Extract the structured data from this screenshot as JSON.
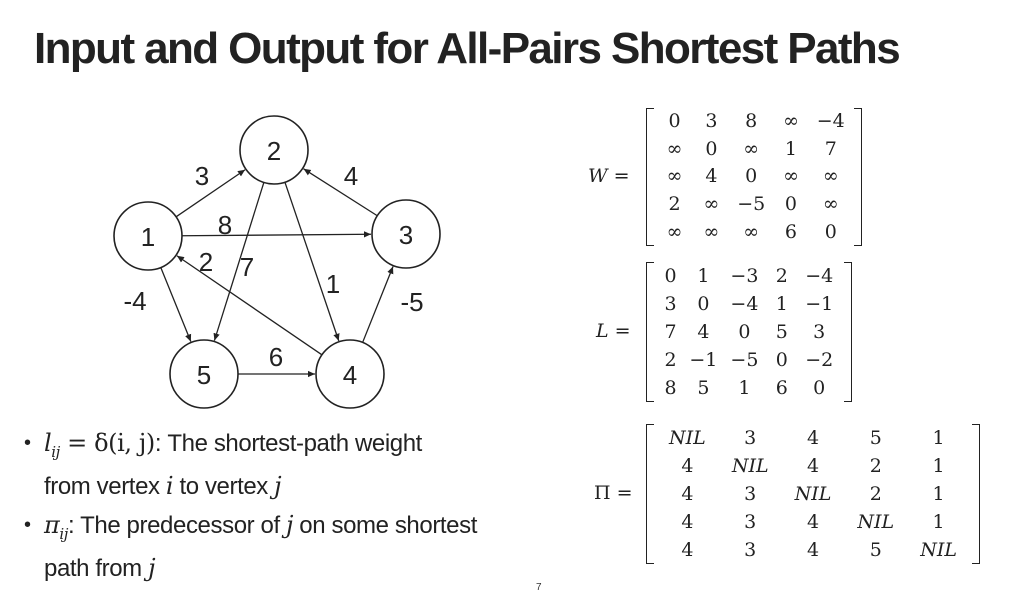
{
  "slide": {
    "title": "Input and Output for All-Pairs Shortest Paths",
    "page_number": "7"
  },
  "graph": {
    "nodes": [
      {
        "id": "1",
        "label": "1"
      },
      {
        "id": "2",
        "label": "2"
      },
      {
        "id": "3",
        "label": "3"
      },
      {
        "id": "4",
        "label": "4"
      },
      {
        "id": "5",
        "label": "5"
      }
    ],
    "edges": [
      {
        "from": "1",
        "to": "2",
        "weight": "3"
      },
      {
        "from": "3",
        "to": "2",
        "weight": "4"
      },
      {
        "from": "1",
        "to": "3",
        "weight": "8"
      },
      {
        "from": "4",
        "to": "1",
        "weight": "2"
      },
      {
        "from": "2",
        "to": "5",
        "weight": "7"
      },
      {
        "from": "2",
        "to": "4",
        "weight": "1"
      },
      {
        "from": "1",
        "to": "5",
        "weight": "-4"
      },
      {
        "from": "4",
        "to": "3",
        "weight": "-5"
      },
      {
        "from": "5",
        "to": "4",
        "weight": "6"
      }
    ]
  },
  "matrices": {
    "W": {
      "symbol": "W",
      "rows": [
        [
          "0",
          "3",
          "8",
          "∞",
          "−4"
        ],
        [
          "∞",
          "0",
          "∞",
          "1",
          "7"
        ],
        [
          "∞",
          "4",
          "0",
          "∞",
          "∞"
        ],
        [
          "2",
          "∞",
          "−5",
          "0",
          "∞"
        ],
        [
          "∞",
          "∞",
          "∞",
          "6",
          "0"
        ]
      ]
    },
    "L": {
      "symbol": "L",
      "rows": [
        [
          "0",
          "1",
          "−3",
          "2",
          "−4"
        ],
        [
          "3",
          "0",
          "−4",
          "1",
          "−1"
        ],
        [
          "7",
          "4",
          "0",
          "5",
          "3"
        ],
        [
          "2",
          "−1",
          "−5",
          "0",
          "−2"
        ],
        [
          "8",
          "5",
          "1",
          "6",
          "0"
        ]
      ]
    },
    "Pi": {
      "symbol": "Π",
      "rows": [
        [
          "NIL",
          "3",
          "4",
          "5",
          "1"
        ],
        [
          "4",
          "NIL",
          "4",
          "2",
          "1"
        ],
        [
          "4",
          "3",
          "NIL",
          "2",
          "1"
        ],
        [
          "4",
          "3",
          "4",
          "NIL",
          "1"
        ],
        [
          "4",
          "3",
          "4",
          "5",
          "NIL"
        ]
      ]
    }
  },
  "bullets": {
    "b1": {
      "math_l": "l",
      "math_sub": "ij",
      "math_eq": " = δ(i, j)",
      "text1": ": The shortest-path weight",
      "text2": "from vertex ",
      "var_i": "i",
      "text3": " to vertex ",
      "var_j": "j"
    },
    "b2": {
      "math_pi": "π",
      "math_sub": "ij",
      "text1": ": The predecessor of ",
      "var_j": "j",
      "text2": " on some shortest",
      "text3": "path from ",
      "var_j2": "j"
    }
  }
}
